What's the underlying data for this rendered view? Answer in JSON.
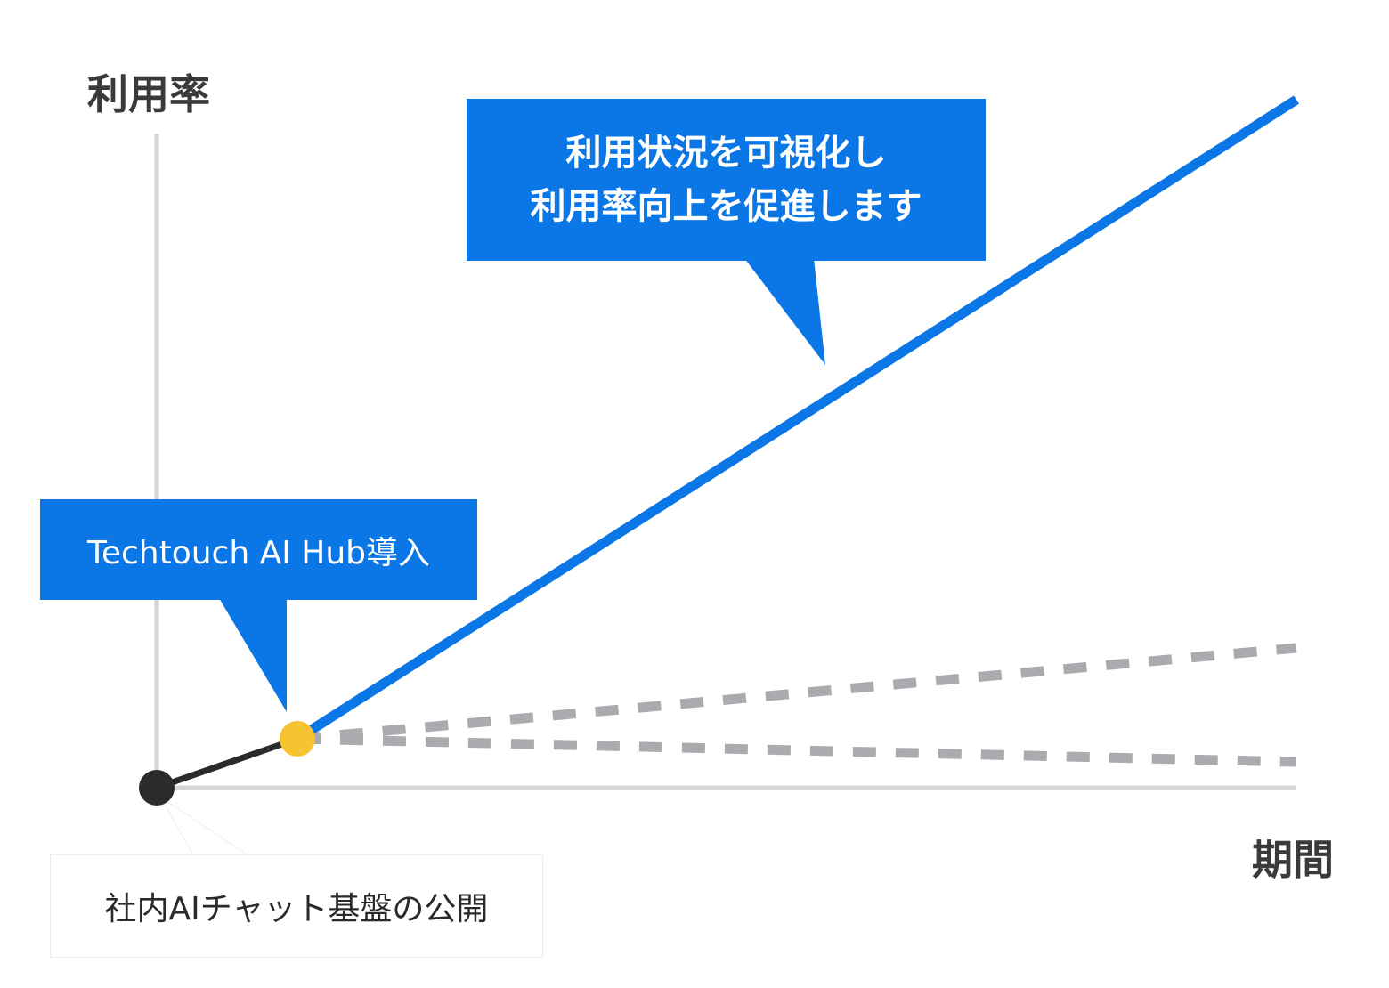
{
  "axes": {
    "y_label": "利用率",
    "x_label": "期間"
  },
  "callouts": {
    "growth": {
      "line1": "利用状況を可視化し",
      "line2": "利用率向上を促進します"
    },
    "introduction": "Techtouch AI Hub導入",
    "start": "社内AIチャット基盤の公開"
  },
  "colors": {
    "accent_blue": "#0b76e6",
    "start_point": "#2b2b2b",
    "intro_point": "#f6c430",
    "dashed_trend": "#a9abae",
    "axis": "#d6d6d6"
  }
}
